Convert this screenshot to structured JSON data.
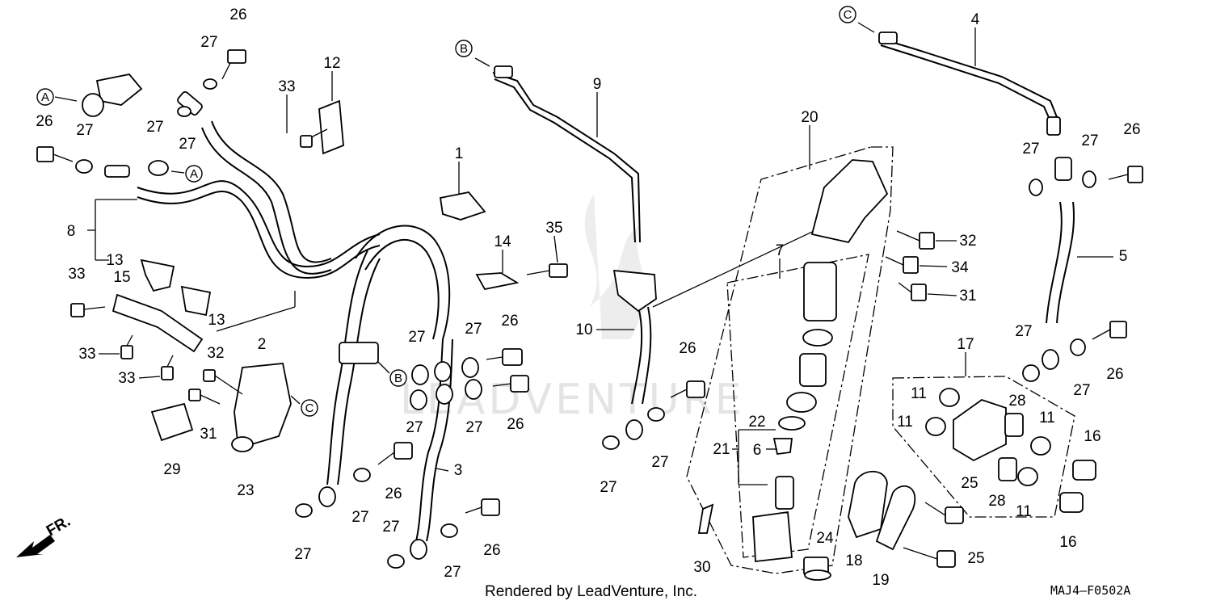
{
  "footer": {
    "rendered_by": "Rendered by LeadVenture, Inc.",
    "diagram_code": "MAJ4–F0502A"
  },
  "watermark": "LEADVENTURE",
  "direction_label": "FR.",
  "ref_markers": [
    "A",
    "A",
    "B",
    "B",
    "C",
    "C"
  ],
  "callouts": [
    "1",
    "2",
    "3",
    "4",
    "5",
    "6",
    "7",
    "8",
    "9",
    "10",
    "11",
    "11",
    "11",
    "11",
    "12",
    "13",
    "13",
    "14",
    "15",
    "16",
    "16",
    "17",
    "18",
    "19",
    "20",
    "21",
    "22",
    "23",
    "24",
    "25",
    "25",
    "26",
    "26",
    "26",
    "26",
    "26",
    "26",
    "26",
    "26",
    "26",
    "27",
    "27",
    "27",
    "27",
    "27",
    "27",
    "27",
    "27",
    "27",
    "27",
    "27",
    "27",
    "27",
    "27",
    "27",
    "27",
    "27",
    "27",
    "28",
    "28",
    "29",
    "30",
    "31",
    "31",
    "32",
    "32",
    "33",
    "33",
    "33",
    "33",
    "34",
    "35"
  ]
}
